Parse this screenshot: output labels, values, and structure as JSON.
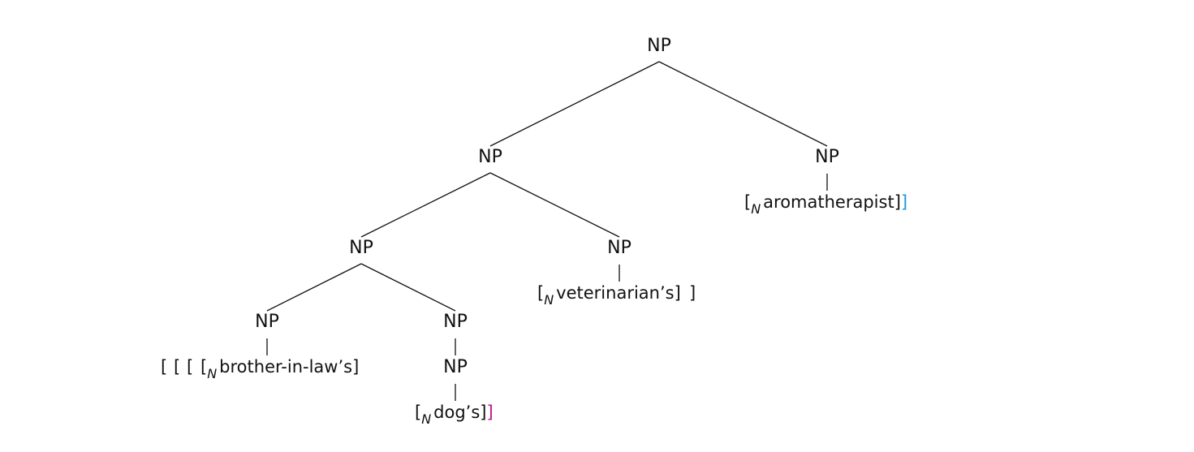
{
  "tree": {
    "root_label": "NP",
    "np_left_label": "NP",
    "np_right_label": "NP",
    "np_ll_label": "NP",
    "np_lr_label": "NP",
    "np_lll_label": "NP",
    "np_llr_label": "NP",
    "np_llr_child_label": "NP",
    "leaf_aromatherapist": {
      "open": "[",
      "sub": "N",
      "word": "aromatherapist]",
      "close_bracket": "]"
    },
    "leaf_veterinarian": {
      "open": "[",
      "sub": "N",
      "word": "veterinarian’s]",
      "close_bracket": "]"
    },
    "leaf_brother": {
      "b1": "[",
      "b2": "[",
      "b3": "[",
      "open": "[",
      "sub": "N",
      "word": "brother-in-law’s]"
    },
    "leaf_dog": {
      "open": "[",
      "sub": "N",
      "word": "dog’s]",
      "close_bracket": "]"
    }
  },
  "colors": {
    "blue": "#1a9ad8",
    "red": "#d0181f",
    "magenta": "#c0168a",
    "ink": "#111111"
  }
}
